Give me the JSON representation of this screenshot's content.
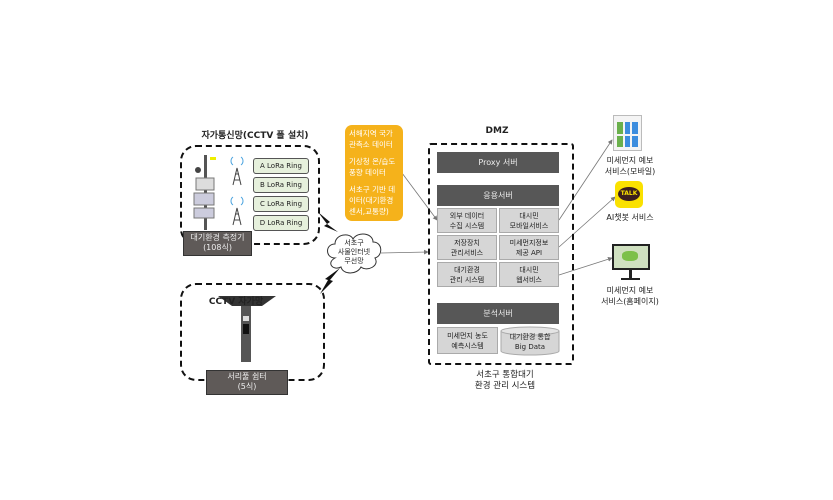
{
  "left_top": {
    "title": "자가통신망(CCTV 폴 설치)",
    "lora_rings": [
      "A LoRa Ring",
      "B LoRa Ring",
      "C LoRa Ring",
      "D LoRa Ring"
    ],
    "sensor_label": "대기환경 측정기",
    "sensor_count": "(108식)"
  },
  "external_data": [
    "서해지역 국가 관측소 데이터",
    "기상청 온/습도 풍향 데이터",
    "서초구 기반 데이터(대기환경 센서,교통량)"
  ],
  "cloud": {
    "line1": "서초구",
    "line2": "사물인터넷",
    "line3": "무선망"
  },
  "left_bottom": {
    "title": "CCTV 자가망",
    "shelter_label": "서리풀 쉼터",
    "shelter_count": "(5식)"
  },
  "dmz": {
    "title": "DMZ",
    "proxy": "Proxy 서버",
    "app_server": "응용서버",
    "app_cells": [
      [
        "외부 데이터",
        "수집 시스템"
      ],
      [
        "대시민",
        "모바일서비스"
      ],
      [
        "저장장치",
        "관리서비스"
      ],
      [
        "미세먼지정보",
        "제공 API"
      ],
      [
        "대기환경",
        "관리 시스템"
      ],
      [
        "대시민",
        "웹서비스"
      ]
    ],
    "analysis_server": "분석서버",
    "analysis_cells": [
      [
        "미세먼지 농도",
        "예측시스템"
      ],
      [
        "대기환경 통합",
        "Big Data"
      ]
    ],
    "caption1": "서초구 통합대기",
    "caption2": "환경 관리 시스템"
  },
  "services": {
    "mobile": [
      "미세먼지 예보",
      "서비스(모바일)"
    ],
    "chatbot_icon_text": "TALK",
    "chatbot": "AI챗봇 서비스",
    "web": [
      "미세먼지 예보",
      "서비스(홈페이지)"
    ]
  },
  "colors": {
    "orange": "#f5b21b",
    "dark": "#575757",
    "cell": "#d6d6d6",
    "lora": "#e6f0dc",
    "talk": "#fae100"
  }
}
